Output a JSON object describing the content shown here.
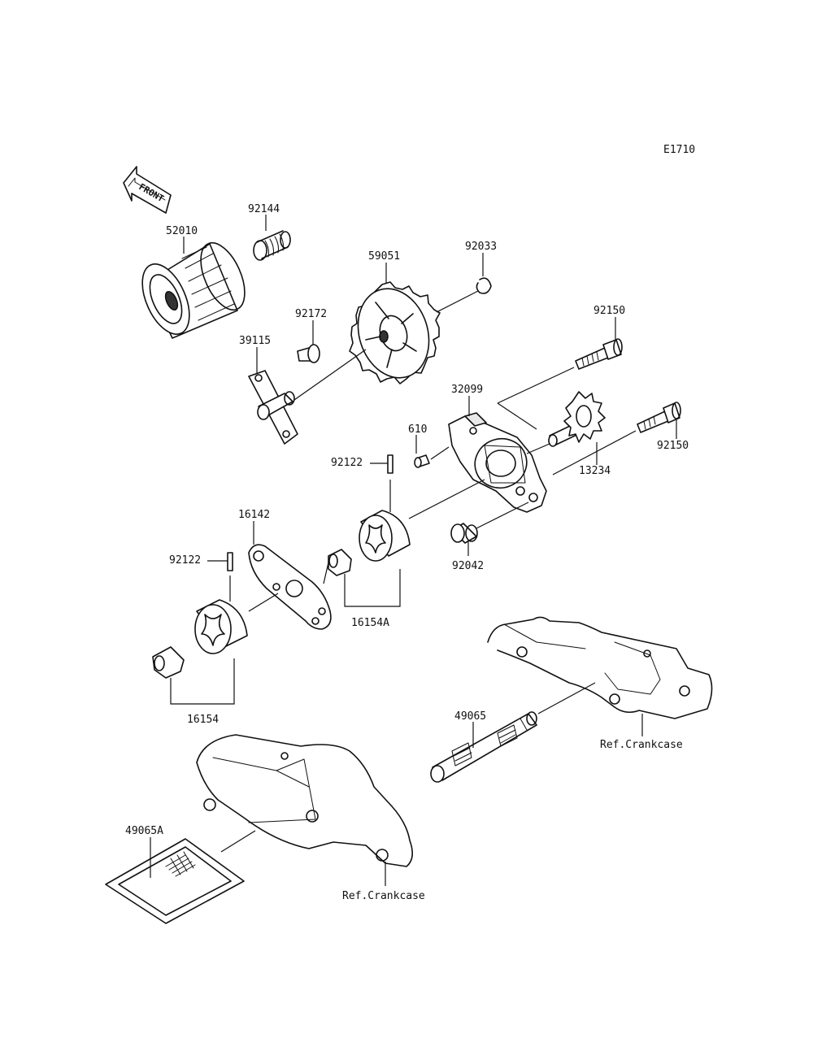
{
  "diagram_code": "E1710",
  "front_marker": "FRONT",
  "labels": {
    "p52010": "52010",
    "p92144": "92144",
    "p59051": "59051",
    "p92033": "92033",
    "p92172": "92172",
    "p39115": "39115",
    "p92150a": "92150",
    "p92150b": "92150",
    "p32099": "32099",
    "p610": "610",
    "p13234": "13234",
    "p92122a": "92122",
    "p92122b": "92122",
    "p16142": "16142",
    "p16154A": "16154A",
    "p92042": "92042",
    "p16154": "16154",
    "p49065": "49065",
    "p49065A": "49065A",
    "ref1": "Ref.Crankcase",
    "ref2": "Ref.Crankcase"
  }
}
